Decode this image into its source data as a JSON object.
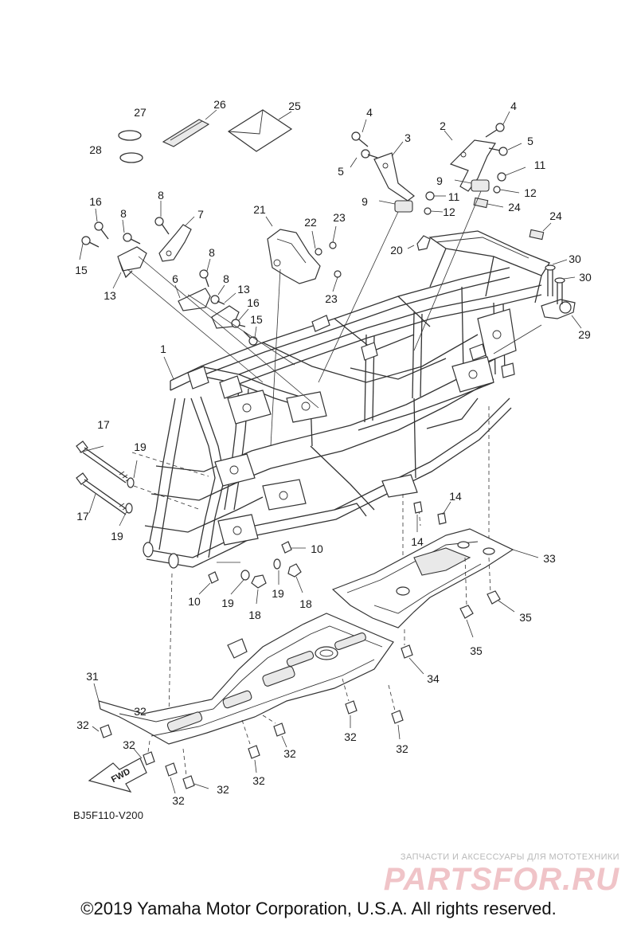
{
  "diagram": {
    "callouts": [
      "1",
      "2",
      "3",
      "4",
      "4",
      "5",
      "5",
      "6",
      "7",
      "8",
      "8",
      "8",
      "8",
      "9",
      "9",
      "10",
      "10",
      "11",
      "11",
      "12",
      "12",
      "13",
      "13",
      "14",
      "14",
      "15",
      "15",
      "16",
      "16",
      "17",
      "17",
      "18",
      "18",
      "19",
      "19",
      "19",
      "19",
      "20",
      "21",
      "22",
      "23",
      "23",
      "24",
      "24",
      "25",
      "26",
      "27",
      "28",
      "29",
      "30",
      "30",
      "31",
      "32",
      "32",
      "32",
      "32",
      "32",
      "32",
      "32",
      "32",
      "32",
      "33",
      "34",
      "35",
      "35"
    ],
    "fwd_label": "FWD",
    "code": "BJ5F110-V200"
  },
  "watermark": {
    "tagline": "ЗАПЧАСТИ И АКСЕССУАРЫ ДЛЯ МОТОТЕХНИКИ",
    "brand": "PARTSFOR.RU",
    "color": "#f0c4c8"
  },
  "copyright": "©2019 Yamaha Motor Corporation, U.S.A. All rights reserved."
}
